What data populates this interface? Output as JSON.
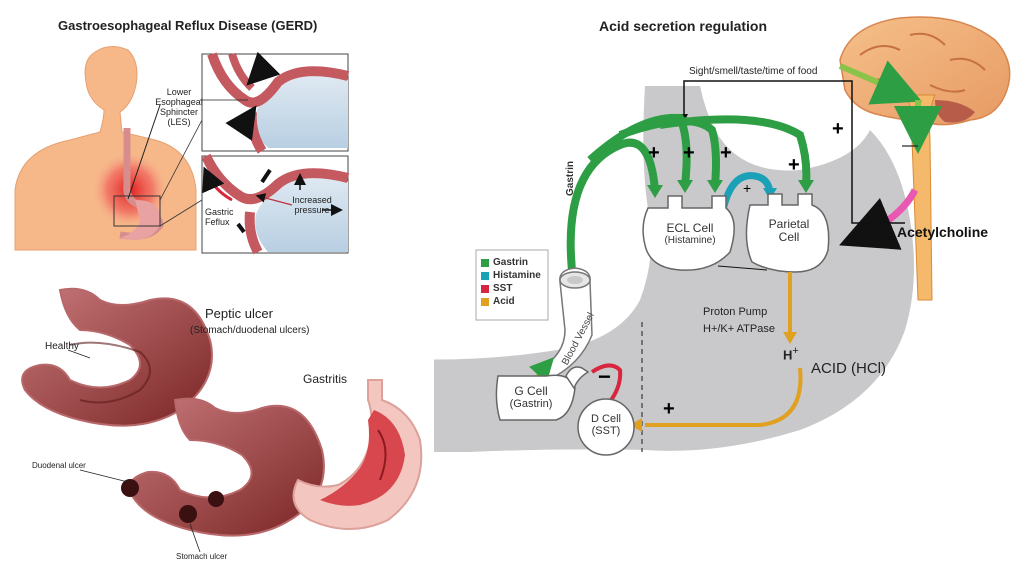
{
  "gerd": {
    "title": "Gastroesophageal Reflux Disease (GERD)",
    "les_label": [
      "Lower",
      "Esophageal",
      "Sphincter",
      "(LES)"
    ],
    "gastric_reflux": [
      "Gastric",
      "Feflux"
    ],
    "increased_pressure": [
      "Increased",
      "pressure"
    ]
  },
  "ulcer": {
    "title": "Peptic ulcer",
    "subtitle": "(Stomach/duodenal ulcers)",
    "healthy": "Healthy",
    "duodenal_ulcer": "Duodenal ulcer",
    "stomach_ulcer": "Stomach ulcer",
    "gastritis": "Gastritis"
  },
  "acid": {
    "title": "Acid secretion regulation",
    "food_trigger": "Sight/smell/taste/time of food",
    "acetylcholine": "Acetylcholine",
    "ecl_cell": [
      "ECL Cell",
      "(Histamine)"
    ],
    "parietal_cell": [
      "Parietal",
      "Cell"
    ],
    "g_cell": [
      "G Cell",
      "(Gastrin)"
    ],
    "d_cell": [
      "D Cell",
      "(SST)"
    ],
    "gastrin_label": "Gastrin",
    "blood_vessel": "Blood Vessel",
    "proton_pump": [
      "Proton Pump",
      "H+/K+ ATPase"
    ],
    "h_plus": "H",
    "acid_hcl": "ACID (HCl)",
    "plus": "+",
    "minus": "−",
    "legend": [
      {
        "label": "Gastrin",
        "color": "#2e9e45"
      },
      {
        "label": "Histamine",
        "color": "#1aa1b8"
      },
      {
        "label": "SST",
        "color": "#d7263d"
      },
      {
        "label": "Acid",
        "color": "#e0a020"
      }
    ]
  }
}
